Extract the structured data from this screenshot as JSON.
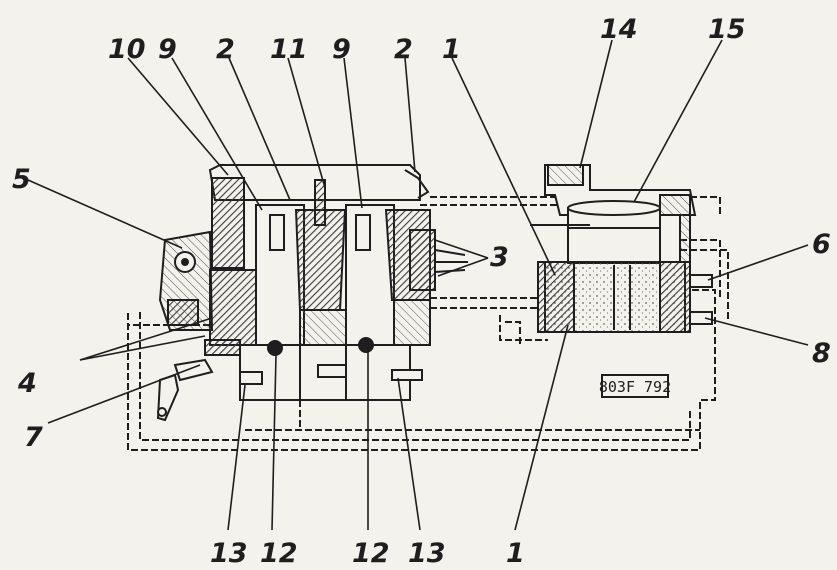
{
  "figure": {
    "reference_code": "803F 792",
    "callouts": [
      {
        "id": "c-10",
        "text": "10"
      },
      {
        "id": "c-9a",
        "text": "9"
      },
      {
        "id": "c-2a",
        "text": "2"
      },
      {
        "id": "c-11",
        "text": "11"
      },
      {
        "id": "c-9b",
        "text": "9"
      },
      {
        "id": "c-2b",
        "text": "2"
      },
      {
        "id": "c-1a",
        "text": "1"
      },
      {
        "id": "c-14",
        "text": "14"
      },
      {
        "id": "c-15",
        "text": "15"
      },
      {
        "id": "c-5",
        "text": "5"
      },
      {
        "id": "c-3",
        "text": "3"
      },
      {
        "id": "c-6",
        "text": "6"
      },
      {
        "id": "c-8",
        "text": "8"
      },
      {
        "id": "c-4",
        "text": "4"
      },
      {
        "id": "c-7",
        "text": "7"
      },
      {
        "id": "c-13a",
        "text": "13"
      },
      {
        "id": "c-12a",
        "text": "12"
      },
      {
        "id": "c-12b",
        "text": "12"
      },
      {
        "id": "c-13b",
        "text": "13"
      },
      {
        "id": "c-1b",
        "text": "1"
      }
    ]
  },
  "colors": {
    "ink": "#1e1e1e",
    "paper": "#f4f2ec",
    "hatch": "#3a3a3a"
  }
}
